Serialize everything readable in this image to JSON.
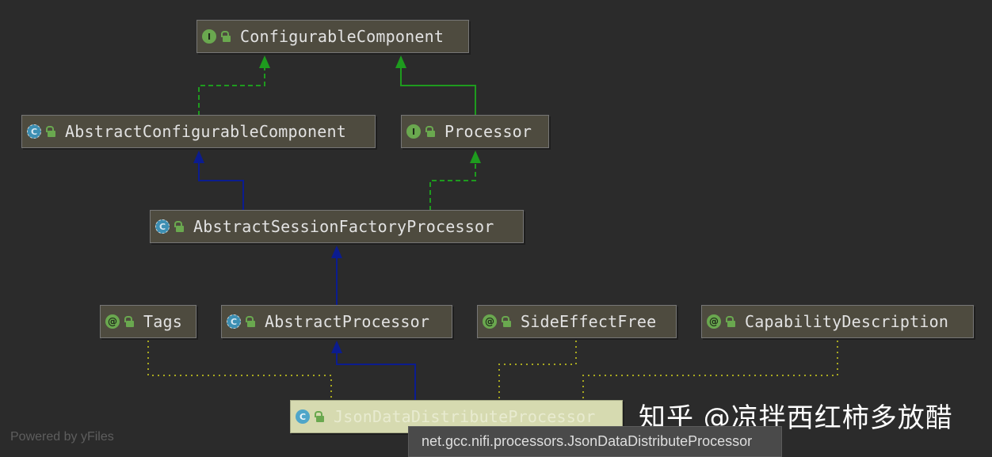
{
  "nodes": {
    "configurable_component": {
      "label": "ConfigurableComponent",
      "kind": "I",
      "kind_icon": "interface-icon"
    },
    "abstract_configurable_component": {
      "label": "AbstractConfigurableComponent",
      "kind": "C",
      "kind_icon": "abstract-class-icon"
    },
    "processor": {
      "label": "Processor",
      "kind": "I",
      "kind_icon": "interface-icon"
    },
    "abstract_session_factory_processor": {
      "label": "AbstractSessionFactoryProcessor",
      "kind": "C",
      "kind_icon": "abstract-class-icon"
    },
    "tags": {
      "label": "Tags",
      "kind": "@",
      "kind_icon": "annotation-icon"
    },
    "abstract_processor": {
      "label": "AbstractProcessor",
      "kind": "C",
      "kind_icon": "abstract-class-icon"
    },
    "side_effect_free": {
      "label": "SideEffectFree",
      "kind": "@",
      "kind_icon": "annotation-icon"
    },
    "capability_description": {
      "label": "CapabilityDescription",
      "kind": "@",
      "kind_icon": "annotation-icon"
    },
    "json_data_distribute_processor": {
      "label": "JsonDataDistributeProcessor",
      "kind": "C",
      "kind_icon": "class-icon"
    }
  },
  "tooltip": {
    "text": "net.gcc.nifi.processors.JsonDataDistributeProcessor"
  },
  "footer": {
    "powered_by": "Powered by yFiles"
  },
  "watermark": {
    "text": "知乎 @凉拌西红柿多放醋"
  },
  "colors": {
    "background": "#2b2b2b",
    "node_fill": "#4e4b3f",
    "selected_fill": "#d6dab0",
    "implements_edge": "#1e9b1e",
    "extends_edge": "#0b1c8f",
    "annotation_edge": "#a8a820"
  }
}
